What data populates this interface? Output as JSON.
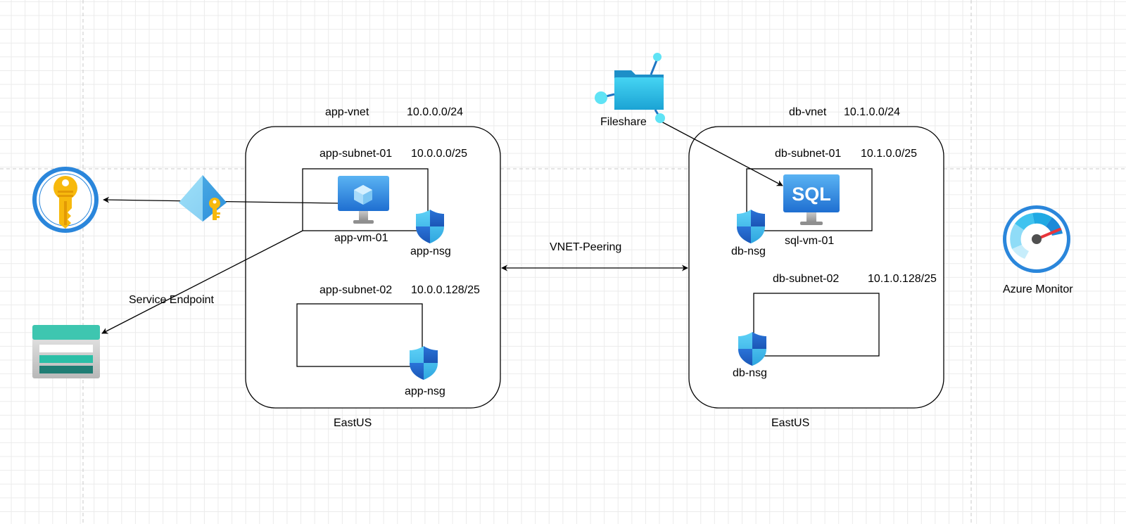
{
  "colors": {
    "grid": "#ebebeb",
    "page_guide": "#c8c8c8",
    "line": "#000000",
    "azure_blue": "#1e7fd8",
    "key_gold": "#f7b90d",
    "storage_teal": "#2bbfa7",
    "fileshare_cyan": "#32c8ea",
    "monitor_red": "#e8353b"
  },
  "app_vnet": {
    "name": "app-vnet",
    "cidr": "10.0.0.0/24",
    "region": "EastUS",
    "subnet1": {
      "name": "app-subnet-01",
      "cidr": "10.0.0.0/25",
      "vm": "app-vm-01",
      "nsg": "app-nsg"
    },
    "subnet2": {
      "name": "app-subnet-02",
      "cidr": "10.0.0.128/25",
      "nsg": "app-nsg"
    }
  },
  "db_vnet": {
    "name": "db-vnet",
    "cidr": "10.1.0.0/24",
    "region": "EastUS",
    "subnet1": {
      "name": "db-subnet-01",
      "cidr": "10.1.0.0/25",
      "vm": "sql-vm-01",
      "vm_icon_text": "SQL",
      "nsg": "db-nsg"
    },
    "subnet2": {
      "name": "db-subnet-02",
      "cidr": "10.1.0.128/25",
      "nsg": "db-nsg"
    }
  },
  "connections": {
    "peering": "VNET-Peering",
    "service_endpoint": "Service Endpoint"
  },
  "services": {
    "fileshare": "Fileshare",
    "monitor": "Azure Monitor"
  },
  "icons": {
    "key_vault": "key-vault-icon",
    "managed_identity": "managed-identity-icon",
    "storage_account": "storage-account-icon",
    "vm": "virtual-machine-icon",
    "sql_vm": "sql-virtual-machine-icon",
    "nsg": "network-security-group-icon",
    "fileshare": "file-share-icon",
    "monitor": "azure-monitor-icon"
  }
}
